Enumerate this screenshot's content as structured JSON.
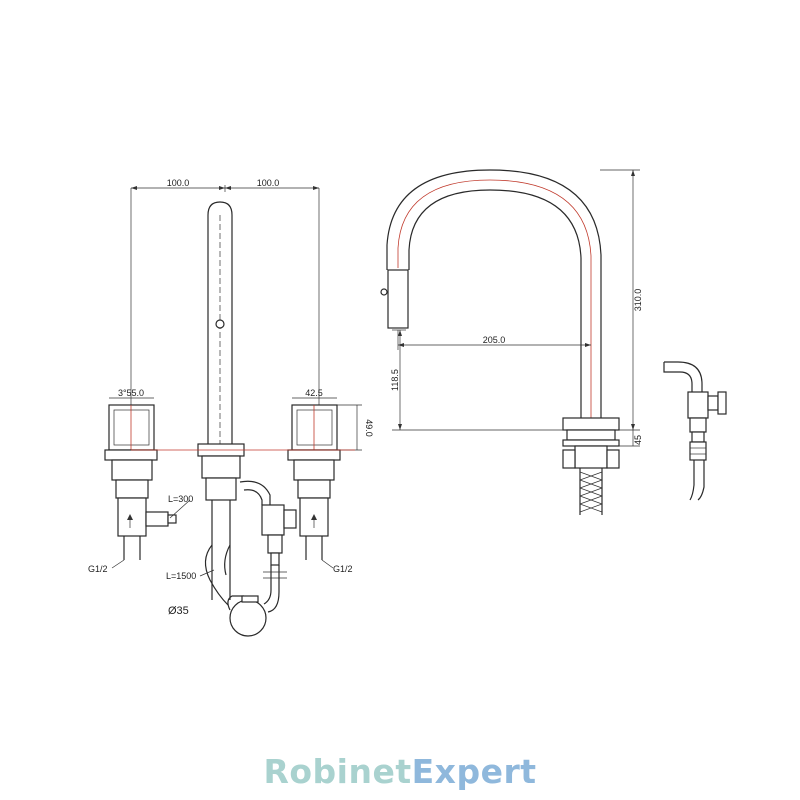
{
  "front_view": {
    "spacing_left": "100.0",
    "spacing_right": "100.0",
    "handle_left_width": "3°55.0",
    "handle_right_width": "42.5",
    "handle_height": "49.0",
    "hose_short": "L=300",
    "hose_long": "L=1500",
    "thread_left": "G1/2",
    "thread_right": "G1/2",
    "weight_diameter": "Ø35"
  },
  "side_view": {
    "reach": "205.0",
    "height_total": "310.0",
    "spout_outlet_height": "118.5",
    "base_height": "45"
  },
  "branding": {
    "part1": "Robinet",
    "part2": "Expert"
  }
}
